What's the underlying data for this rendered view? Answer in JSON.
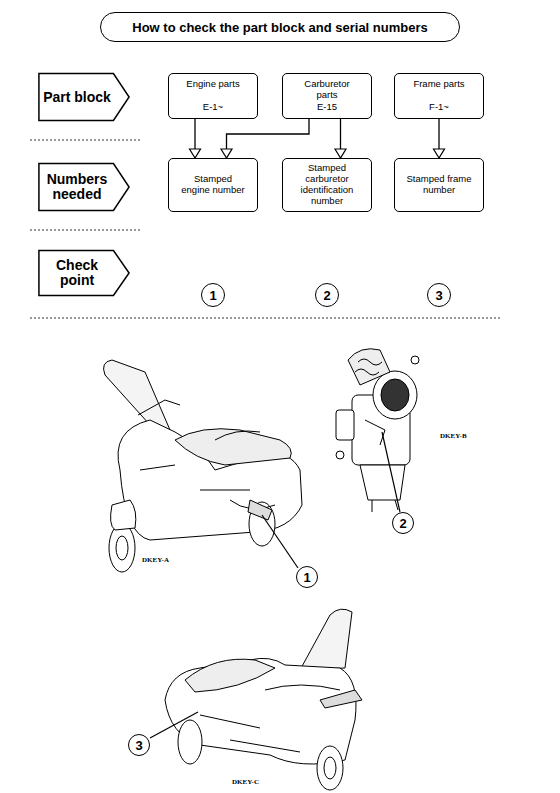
{
  "diagram": {
    "title": "How to check the part block and serial numbers",
    "nodes": [
      {
        "text": [
          "Part block"
        ]
      },
      {
        "text": [
          "Engine parts",
          "E-1~"
        ]
      },
      {
        "text": [
          "Carburetor parts",
          "E-15"
        ]
      },
      {
        "text": [
          "Frame parts",
          "F-1~"
        ]
      },
      {
        "text": [
          "Numbers needed"
        ]
      },
      {
        "text": [
          "Stamped engine number"
        ]
      },
      {
        "text": [
          "Stamped carburetor identification number"
        ]
      },
      {
        "text": [
          "Stamped frame number"
        ]
      },
      {
        "text": [
          "Check point"
        ]
      },
      {
        "text": [
          "1"
        ]
      },
      {
        "text": [
          "2"
        ]
      },
      {
        "text": [
          "3"
        ]
      }
    ],
    "edges": [
      {
        "from": 1,
        "to": 5,
        "arrow": "to"
      },
      {
        "from": 2,
        "to": 5,
        "arrow": "to"
      },
      {
        "from": 2,
        "to": 6,
        "arrow": "to"
      },
      {
        "from": 3,
        "to": 7,
        "arrow": "to"
      }
    ],
    "labels": [
      "DKEY-A",
      "1",
      "DKEY-B",
      "2",
      "DKEY-C",
      "3"
    ]
  }
}
